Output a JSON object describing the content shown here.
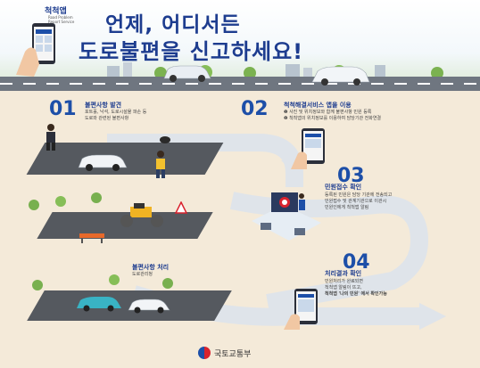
{
  "header": {
    "app_name": "척척앱",
    "app_subtitle": "Road Problem Report Service",
    "title_line1": "언제, 어디서든",
    "title_line2": "도로불편을 신고하세요!"
  },
  "steps": [
    {
      "number": "01",
      "title": "불편사항 발견",
      "lines": [
        "포트홀, 낙석, 도로시설물 파손 등",
        "도로와 관련된 불편사항"
      ]
    },
    {
      "number": "02",
      "title": "척척해결서비스 앱을 이용",
      "lines": [
        "❶ 사진 및 위치정보와 함께 불편사항 민원 등록",
        "❷ 척척앱의 위치정보를 이용하여 담당기관 전화연결"
      ]
    },
    {
      "number": "03",
      "title": "민원접수 확인",
      "lines": [
        "등록된 민원은 담당 기관에 전송되고",
        "민원접수 및 관계기관으로 이관시",
        "민원인에게 척척앱 알림"
      ]
    },
    {
      "number": "04",
      "title": "처리결과 확인",
      "lines": [
        "민원처리가 완료되면",
        "척척앱 알림이 뜨고,",
        "척척앱 '나의 민원' 에서 확인가능"
      ]
    },
    {
      "number": "",
      "title": "불편사항 처리",
      "lines": [
        "도로관리청"
      ]
    }
  ],
  "footer": {
    "ministry": "국토교통부"
  },
  "colors": {
    "brand": "#1d3c8f",
    "number": "#1d4fa8",
    "background": "#f4ead9",
    "road": "#55595f"
  }
}
